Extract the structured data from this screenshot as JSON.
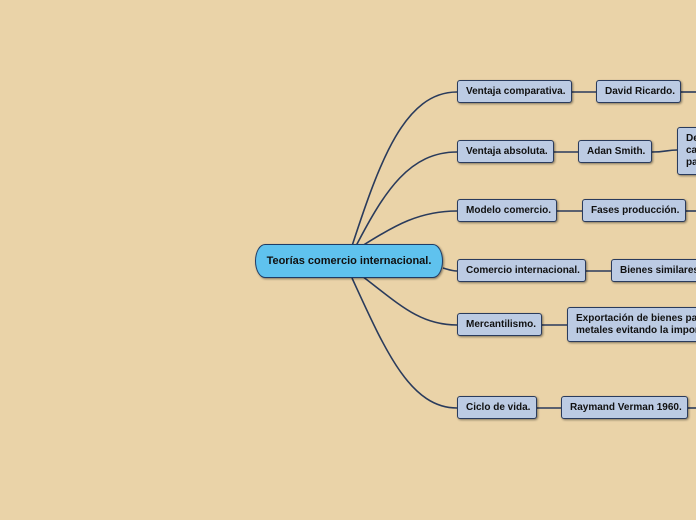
{
  "mindmap": {
    "root": "Teorías comercio internacional.",
    "branches": [
      {
        "label": "Ventaja comparativa.",
        "children": [
          "David Ricardo."
        ]
      },
      {
        "label": "Ventaja absoluta.",
        "children": [
          "Adan Smith.",
          "De\nca\npa"
        ]
      },
      {
        "label": "Modelo comercio.",
        "children": [
          "Fases producción."
        ]
      },
      {
        "label": "Comercio internacional.",
        "children": [
          "Bienes similares"
        ]
      },
      {
        "label": "Mercantilismo.",
        "children": [
          "Exportación de bienes pa\nmetales evitando la impor"
        ]
      },
      {
        "label": "Ciclo de vida.",
        "children": [
          "Raymand Verman 1960."
        ]
      }
    ]
  },
  "colors": {
    "background": "#ead3a8",
    "root_fill": "#5fc2ee",
    "node_fill": "#bccbe3",
    "connector": "#2a3b5c"
  }
}
